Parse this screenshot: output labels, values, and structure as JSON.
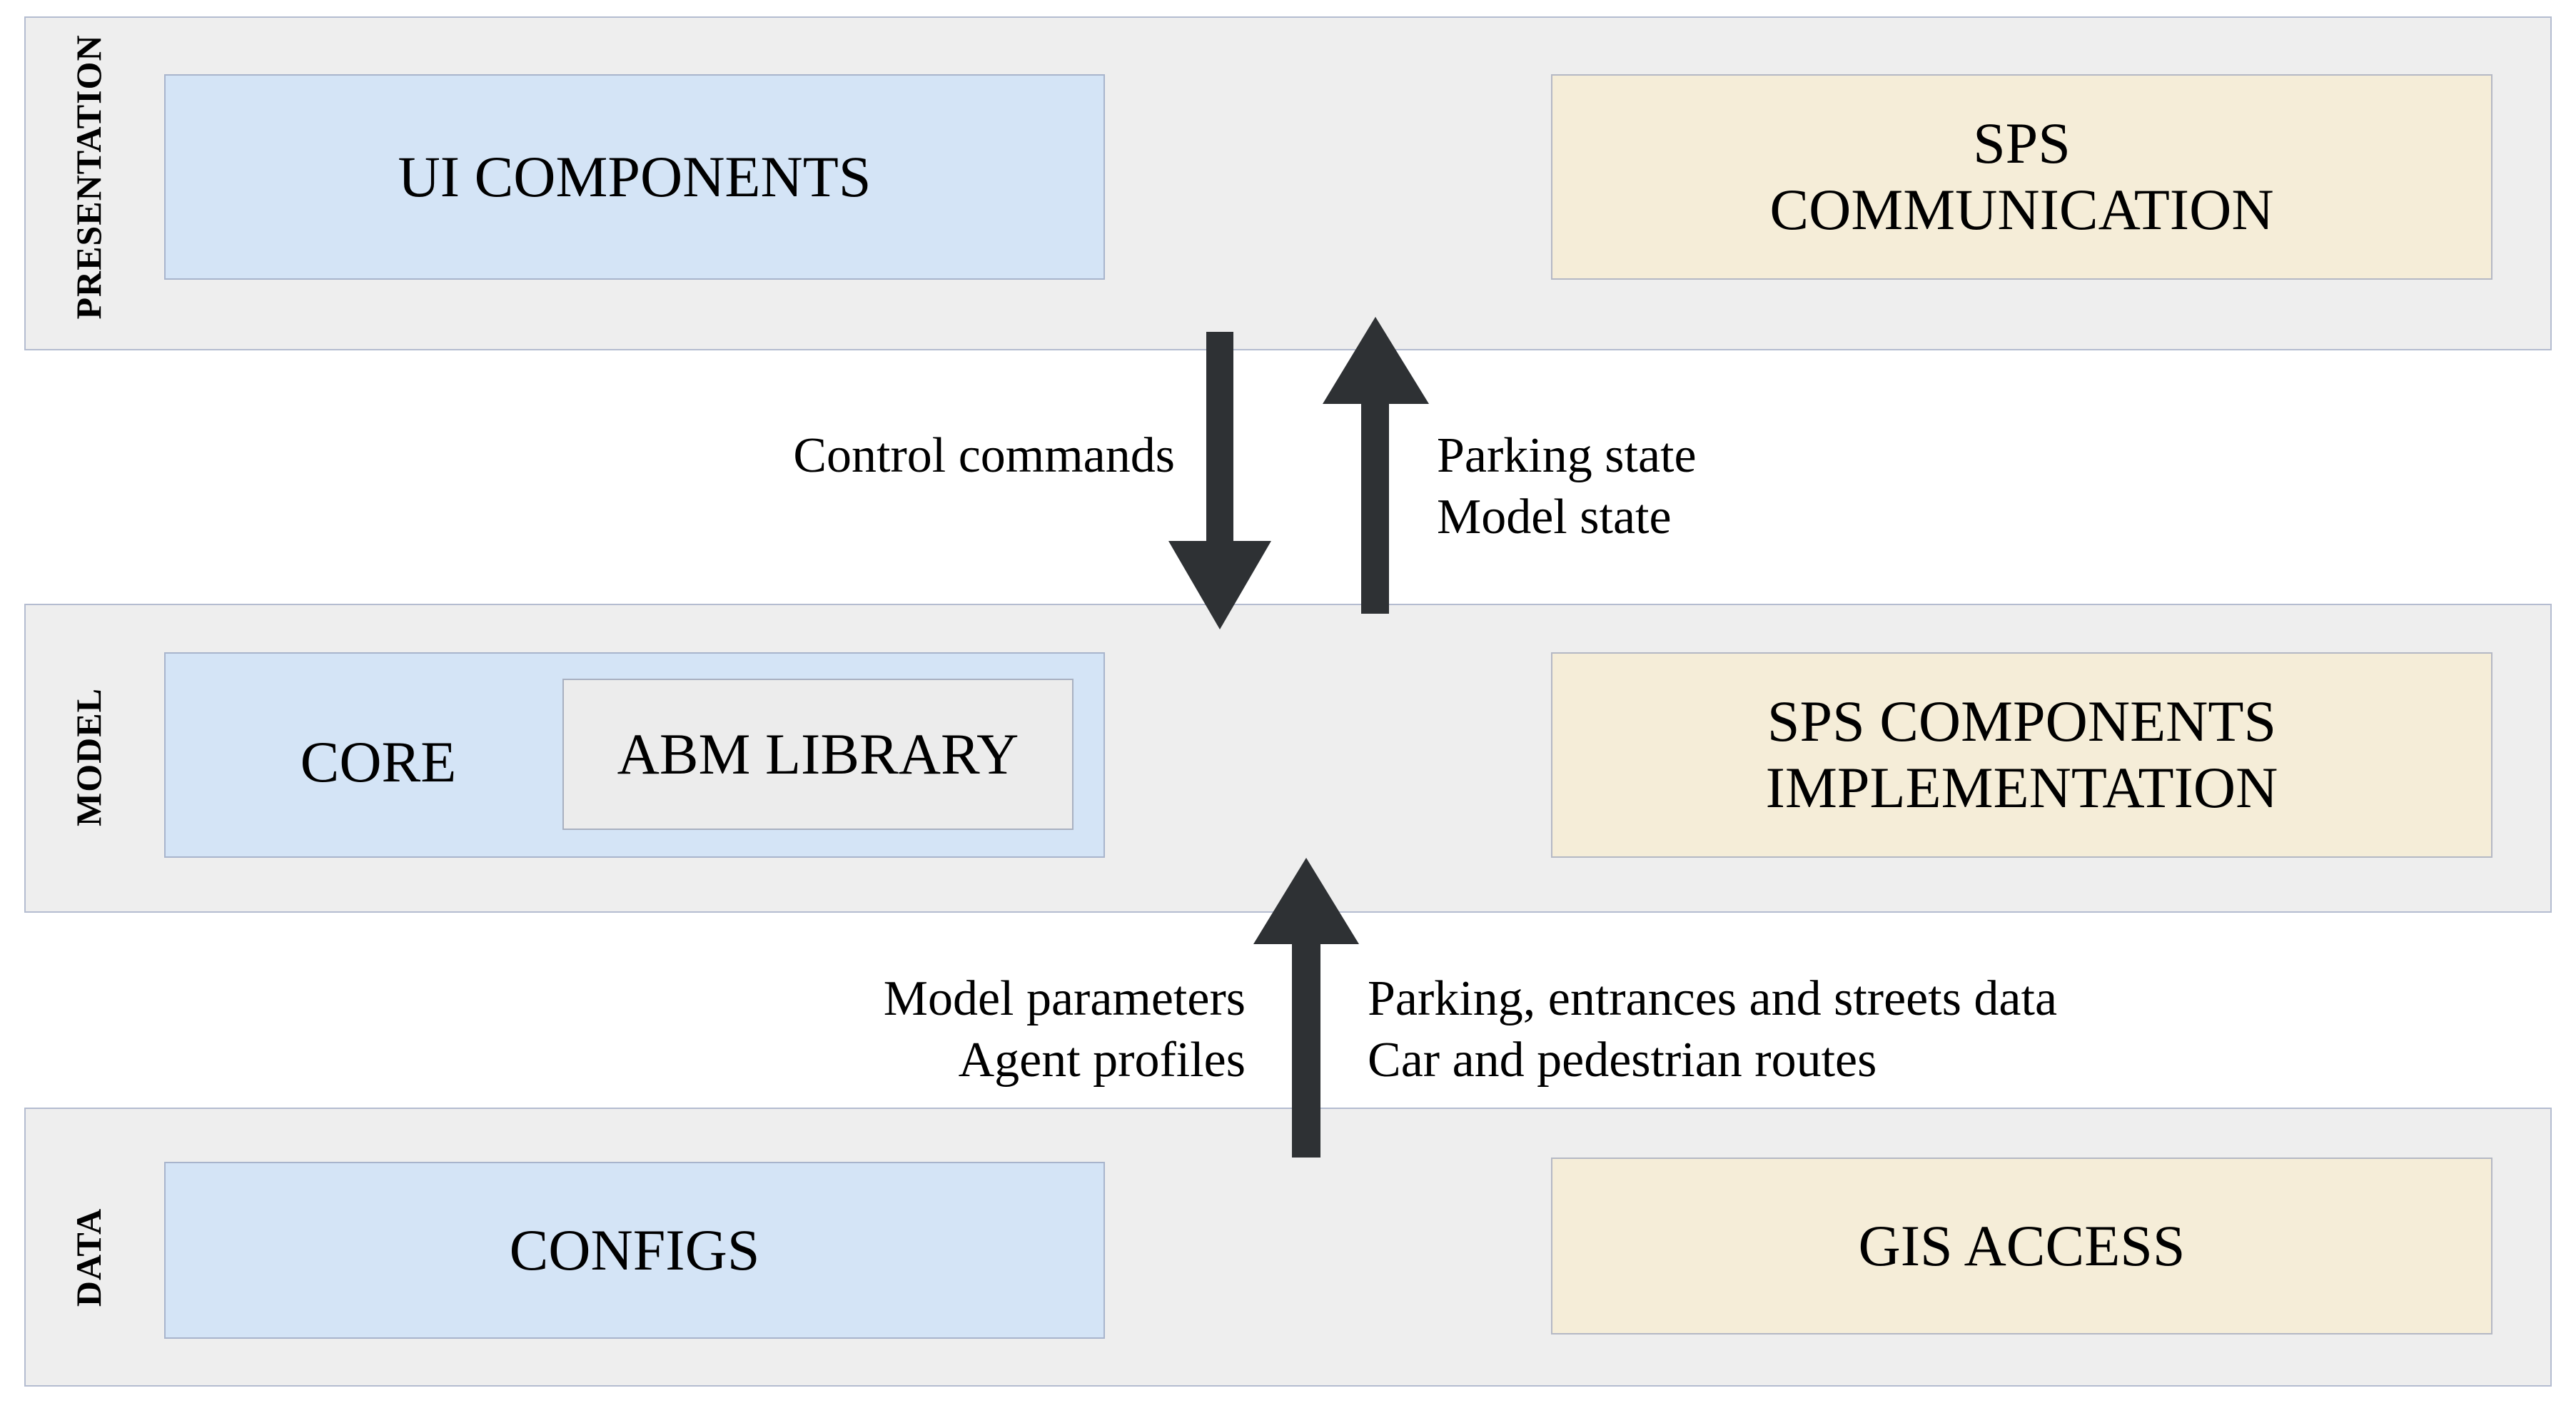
{
  "layers": {
    "presentation": {
      "label": "PRESENTATION",
      "ui_components": "UI COMPONENTS",
      "sps_communication_line1": "SPS",
      "sps_communication_line2": "COMMUNICATION"
    },
    "model": {
      "label": "MODEL",
      "core": "CORE",
      "abm_library": "ABM LIBRARY",
      "sps_impl_line1": "SPS COMPONENTS",
      "sps_impl_line2": "IMPLEMENTATION"
    },
    "data": {
      "label": "DATA",
      "configs": "CONFIGS",
      "gis_access": "GIS ACCESS"
    }
  },
  "flows": {
    "control_commands": "Control commands",
    "state_line1": "Parking state",
    "state_line2": "Model state",
    "params_line1": "Model parameters",
    "params_line2": "Agent profiles",
    "geo_line1": "Parking, entrances and streets data",
    "geo_line2": "Car and pedestrian routes"
  },
  "colors": {
    "layer_bg": "#eeeeee",
    "layer_border": "#b4bcd0",
    "blue_box": "#d4e4f6",
    "tan_box": "#f5edd8",
    "arrow": "#2e3134"
  }
}
